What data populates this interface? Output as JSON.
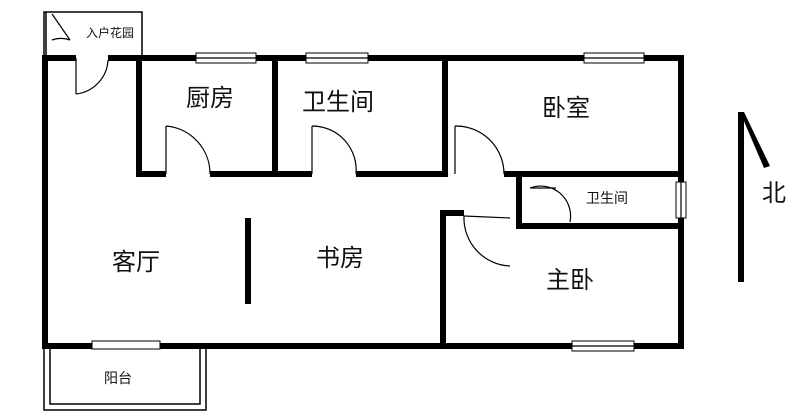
{
  "rooms": {
    "entrance_garden": "入户花园",
    "kitchen": "厨房",
    "bathroom": "卫生间",
    "bedroom": "卧室",
    "living_room": "客厅",
    "study": "书房",
    "master_bathroom": "卫生间",
    "master_bedroom": "主卧",
    "balcony": "阳台"
  },
  "compass": {
    "north_label": "北"
  }
}
